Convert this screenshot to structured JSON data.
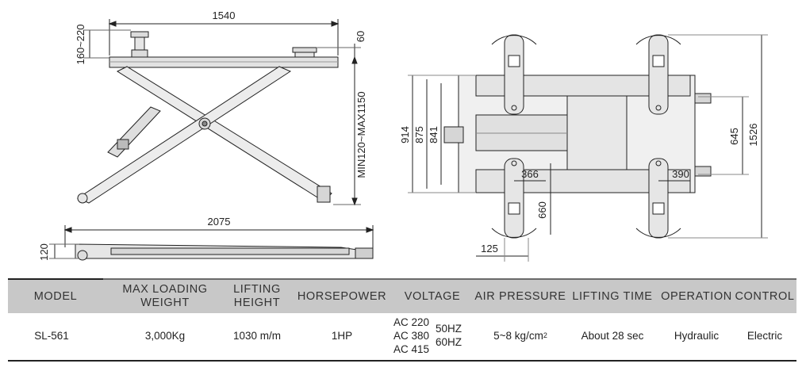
{
  "drawing": {
    "side_view_dims": {
      "length": "1540",
      "pad_height": "160~220",
      "pad_thickness": "60",
      "lift_height": "MIN120~MAX1150"
    },
    "low_view_dims": {
      "length": "2075",
      "height": "120"
    },
    "top_view_dims": {
      "width_outer": "914",
      "width_mid": "875",
      "width_inner": "841",
      "arm_front": "366",
      "arm_rear": "390",
      "arm_reach": "660",
      "arm_offset": "125",
      "rear_span": "645",
      "overall": "1526"
    }
  },
  "table": {
    "headers": {
      "model": "MODEL",
      "max_loading_weight": "MAX LOADING WEIGHT",
      "lifting_height": "LIFTING HEIGHT",
      "horsepower": "HORSEPOWER",
      "voltage": "VOLTAGE",
      "air_pressure": "AIR PRESSURE",
      "lifting_time": "LIFTING TIME",
      "operation": "OPERATION",
      "control": "CONTROL"
    },
    "row": {
      "model": "SL-561",
      "max_loading_weight": "3,000Kg",
      "lifting_height": "1030 m/m",
      "horsepower": "1HP",
      "voltage": [
        "AC 220",
        "AC 380",
        "AC 415"
      ],
      "frequency": [
        "50HZ",
        "60HZ"
      ],
      "air_pressure": "5~8 kg/cm",
      "air_pressure_sup": "2",
      "lifting_time": "About 28 sec",
      "operation": "Hydraulic",
      "control": "Electric"
    }
  }
}
